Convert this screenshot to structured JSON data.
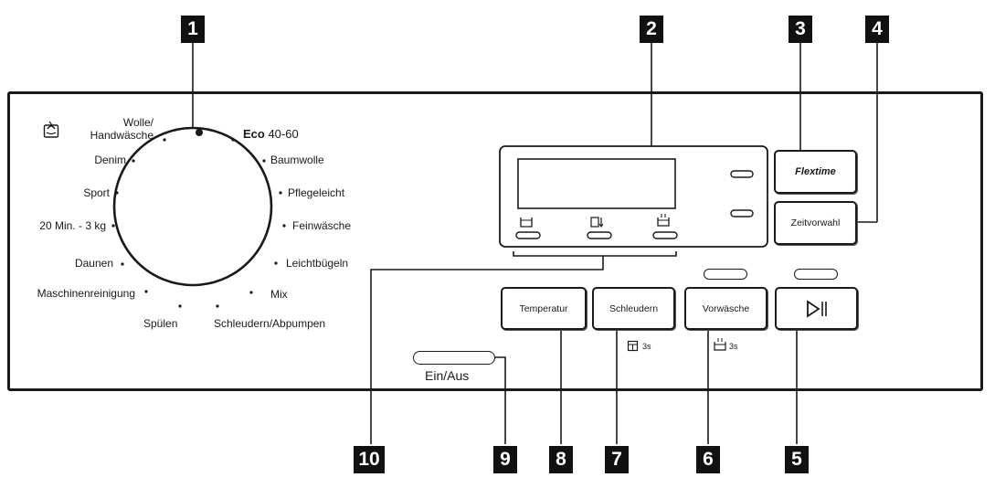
{
  "callouts": [
    "1",
    "2",
    "3",
    "4",
    "5",
    "6",
    "7",
    "8",
    "9",
    "10"
  ],
  "programs": {
    "wolle": "Wolle/\nHandwäsche",
    "eco_bold": "Eco",
    "eco_rest": " 40-60",
    "baumwolle": "Baumwolle",
    "pflegeleicht": "Pflegeleicht",
    "feinwaesche": "Feinwäsche",
    "leichtbuegeln": "Leichtbügeln",
    "mix": "Mix",
    "schleudern_abpumpen": "Schleudern/Abpumpen",
    "spuelen": "Spülen",
    "maschinenreinigung": "Maschinenreinigung",
    "daunen": "Daunen",
    "min20": "20 Min. - 3 kg",
    "sport": "Sport",
    "denim": "Denim"
  },
  "buttons": {
    "flextime": "Flextime",
    "zeitvorwahl": "Zeitvorwahl",
    "temperatur": "Temperatur",
    "schleudern": "Schleudern",
    "vorwaesche": "Vorwäsche",
    "ein_aus": "Ein/Aus"
  },
  "hold_labels": {
    "schleudern_hold": "3s",
    "vorwaesche_hold": "3s"
  },
  "icons": {
    "wolle_program_icon": "hand-wash-basket-icon",
    "display_left": "drum-icon",
    "display_mid": "rinse-hold-icon",
    "display_right": "prewash-icon",
    "start_pause": "start-pause-icon"
  }
}
